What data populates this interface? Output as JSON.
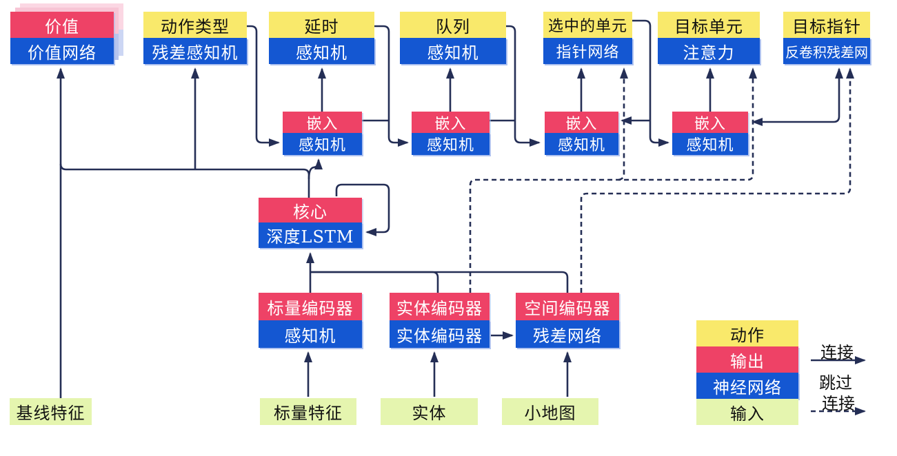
{
  "diagram": {
    "heads": [
      {
        "top": "价值",
        "bottom": "价值网络"
      },
      {
        "top": "动作类型",
        "bottom": "残差感知机"
      },
      {
        "top": "延时",
        "bottom": "感知机"
      },
      {
        "top": "队列",
        "bottom": "感知机"
      },
      {
        "top": "选中的单元",
        "bottom": "指针网络"
      },
      {
        "top": "目标单元",
        "bottom": "注意力"
      },
      {
        "top": "目标指针",
        "bottom": "反卷积残差网"
      }
    ],
    "embeds": [
      {
        "top": "嵌入",
        "bottom": "感知机"
      },
      {
        "top": "嵌入",
        "bottom": "感知机"
      },
      {
        "top": "嵌入",
        "bottom": "感知机"
      },
      {
        "top": "嵌入",
        "bottom": "感知机"
      }
    ],
    "core": {
      "top": "核心",
      "bottom": "深度LSTM"
    },
    "encoders": [
      {
        "top": "标量编码器",
        "bottom": "感知机"
      },
      {
        "top": "实体编码器",
        "bottom": "实体编码器"
      },
      {
        "top": "空间编码器",
        "bottom": "残差网络"
      }
    ],
    "inputs": [
      "基线特征",
      "标量特征",
      "实体",
      "小地图"
    ],
    "legend": {
      "rows": [
        {
          "label": "动作"
        },
        {
          "label": "输出"
        },
        {
          "label": "神经网络"
        },
        {
          "label": "输入"
        }
      ],
      "solid_arrow_label": "连接",
      "dashed_arrow_label_line1": "跳过",
      "dashed_arrow_label_line2": "连接"
    },
    "colors": {
      "action": "#f9e96b",
      "output": "#ee4266",
      "network": "#1457d2",
      "input": "#e5f5af",
      "line": "#242e55"
    }
  }
}
